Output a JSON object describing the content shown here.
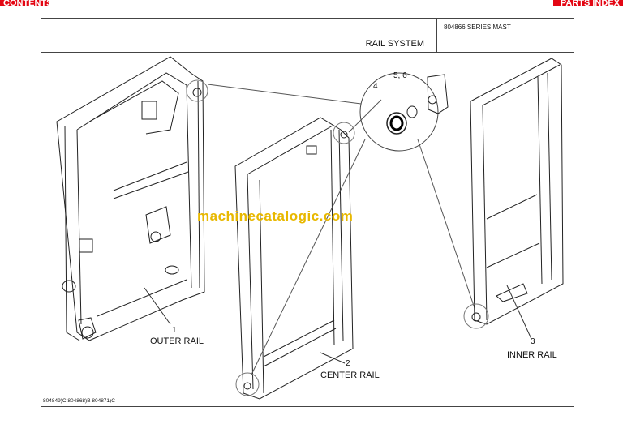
{
  "nav": {
    "contents_label": "CONTENTS",
    "parts_index_label": "PARTS INDEX",
    "accent_color": "#e30613"
  },
  "header": {
    "series": "804866 SERIES MAST",
    "title": "RAIL SYSTEM"
  },
  "callouts": {
    "outer_rail": {
      "number": "1",
      "label": "OUTER RAIL"
    },
    "center_rail": {
      "number": "2",
      "label": "CENTER RAIL"
    },
    "inner_rail": {
      "number": "3",
      "label": "INNER RAIL"
    },
    "roller": {
      "number": "4"
    },
    "shim_washer": {
      "number": "5, 6"
    }
  },
  "footer": {
    "codes": "804849)C  804868)B  804871)C"
  },
  "watermark": "machinecatalogic.com"
}
